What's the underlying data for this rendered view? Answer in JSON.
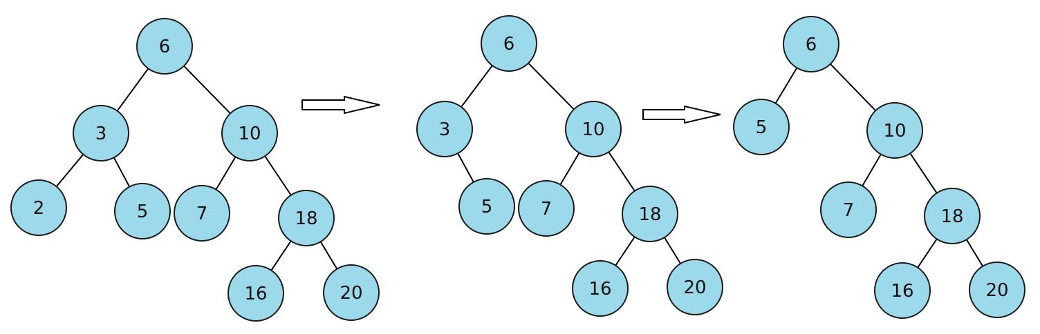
{
  "colors": {
    "node_fill": "#9cd9ea",
    "node_stroke": "#1a1a1a",
    "edge": "#000000",
    "background": "#ffffff"
  },
  "trees": [
    {
      "nodes": [
        {
          "id": "n6",
          "label": "6"
        },
        {
          "id": "n3",
          "label": "3"
        },
        {
          "id": "n10",
          "label": "10"
        },
        {
          "id": "n2",
          "label": "2"
        },
        {
          "id": "n5",
          "label": "5"
        },
        {
          "id": "n7",
          "label": "7"
        },
        {
          "id": "n18",
          "label": "18"
        },
        {
          "id": "n16",
          "label": "16"
        },
        {
          "id": "n20",
          "label": "20"
        }
      ],
      "edges": [
        [
          "n6",
          "n3"
        ],
        [
          "n6",
          "n10"
        ],
        [
          "n3",
          "n2"
        ],
        [
          "n3",
          "n5"
        ],
        [
          "n10",
          "n7"
        ],
        [
          "n10",
          "n18"
        ],
        [
          "n18",
          "n16"
        ],
        [
          "n18",
          "n20"
        ]
      ]
    },
    {
      "nodes": [
        {
          "id": "n6",
          "label": "6"
        },
        {
          "id": "n3",
          "label": "3"
        },
        {
          "id": "n10",
          "label": "10"
        },
        {
          "id": "n5",
          "label": "5"
        },
        {
          "id": "n7",
          "label": "7"
        },
        {
          "id": "n18",
          "label": "18"
        },
        {
          "id": "n16",
          "label": "16"
        },
        {
          "id": "n20",
          "label": "20"
        }
      ],
      "edges": [
        [
          "n6",
          "n3"
        ],
        [
          "n6",
          "n10"
        ],
        [
          "n3",
          "n5"
        ],
        [
          "n10",
          "n7"
        ],
        [
          "n10",
          "n18"
        ],
        [
          "n18",
          "n16"
        ],
        [
          "n18",
          "n20"
        ]
      ]
    },
    {
      "nodes": [
        {
          "id": "n6",
          "label": "6"
        },
        {
          "id": "n5",
          "label": "5"
        },
        {
          "id": "n10",
          "label": "10"
        },
        {
          "id": "n7",
          "label": "7"
        },
        {
          "id": "n18",
          "label": "18"
        },
        {
          "id": "n16",
          "label": "16"
        },
        {
          "id": "n20",
          "label": "20"
        }
      ],
      "edges": [
        [
          "n6",
          "n5"
        ],
        [
          "n6",
          "n10"
        ],
        [
          "n10",
          "n7"
        ],
        [
          "n10",
          "n18"
        ],
        [
          "n18",
          "n16"
        ],
        [
          "n18",
          "n20"
        ]
      ]
    }
  ]
}
